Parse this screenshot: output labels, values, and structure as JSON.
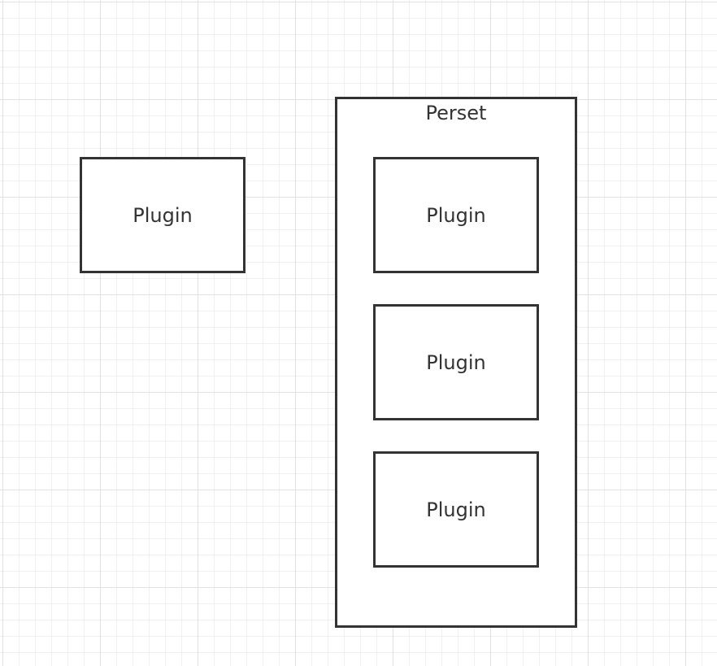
{
  "diagram": {
    "standalone_plugin": {
      "label": "Plugin"
    },
    "preset": {
      "label": "Perset",
      "plugins": [
        {
          "label": "Plugin"
        },
        {
          "label": "Plugin"
        },
        {
          "label": "Plugin"
        }
      ]
    }
  },
  "colors": {
    "stroke": "#333333",
    "background": "#ffffff",
    "grid_major": "#e2e2e2",
    "grid_minor": "#f0f0f0"
  }
}
